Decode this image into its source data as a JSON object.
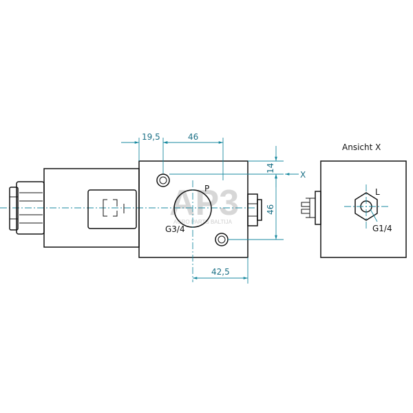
{
  "labels": {
    "view_title": "Ansicht X",
    "view_marker": "X",
    "port_p": "P",
    "thread_p": "G3/4",
    "port_l": "L",
    "thread_l": "G1/4"
  },
  "dimensions": {
    "d_19_5": "19,5",
    "d_46_top": "46",
    "d_14": "14",
    "d_46_right": "46",
    "d_42_5": "42,5"
  },
  "watermark": {
    "logo": "AP3",
    "text": "AGRO PARTS BALTIJA"
  },
  "colors": {
    "dimension": "#1a8aa0",
    "outline": "#111111"
  }
}
